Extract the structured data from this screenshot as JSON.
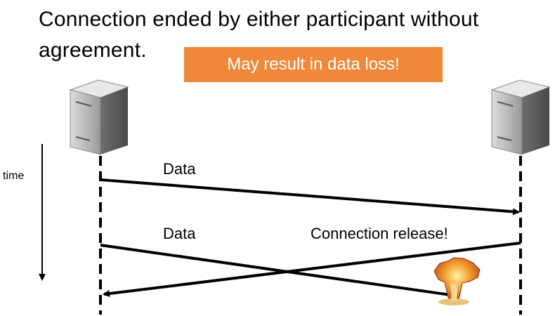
{
  "title": "Connection ended by either participant without agreement.",
  "warning": {
    "text": "May result in data loss!",
    "color": "#f0883a"
  },
  "time_axis": {
    "label": "time"
  },
  "participants": [
    {
      "icon": "server-icon",
      "side": "left"
    },
    {
      "icon": "server-icon",
      "side": "right"
    }
  ],
  "messages": [
    {
      "label": "Data",
      "from": "left",
      "to": "right",
      "outcome": "delivered"
    },
    {
      "label": "Data",
      "from": "left",
      "to": "right",
      "outcome": "lost",
      "icon": "explosion-icon"
    },
    {
      "label": "Connection release!",
      "from": "right",
      "to": "left",
      "outcome": "delivered"
    }
  ]
}
